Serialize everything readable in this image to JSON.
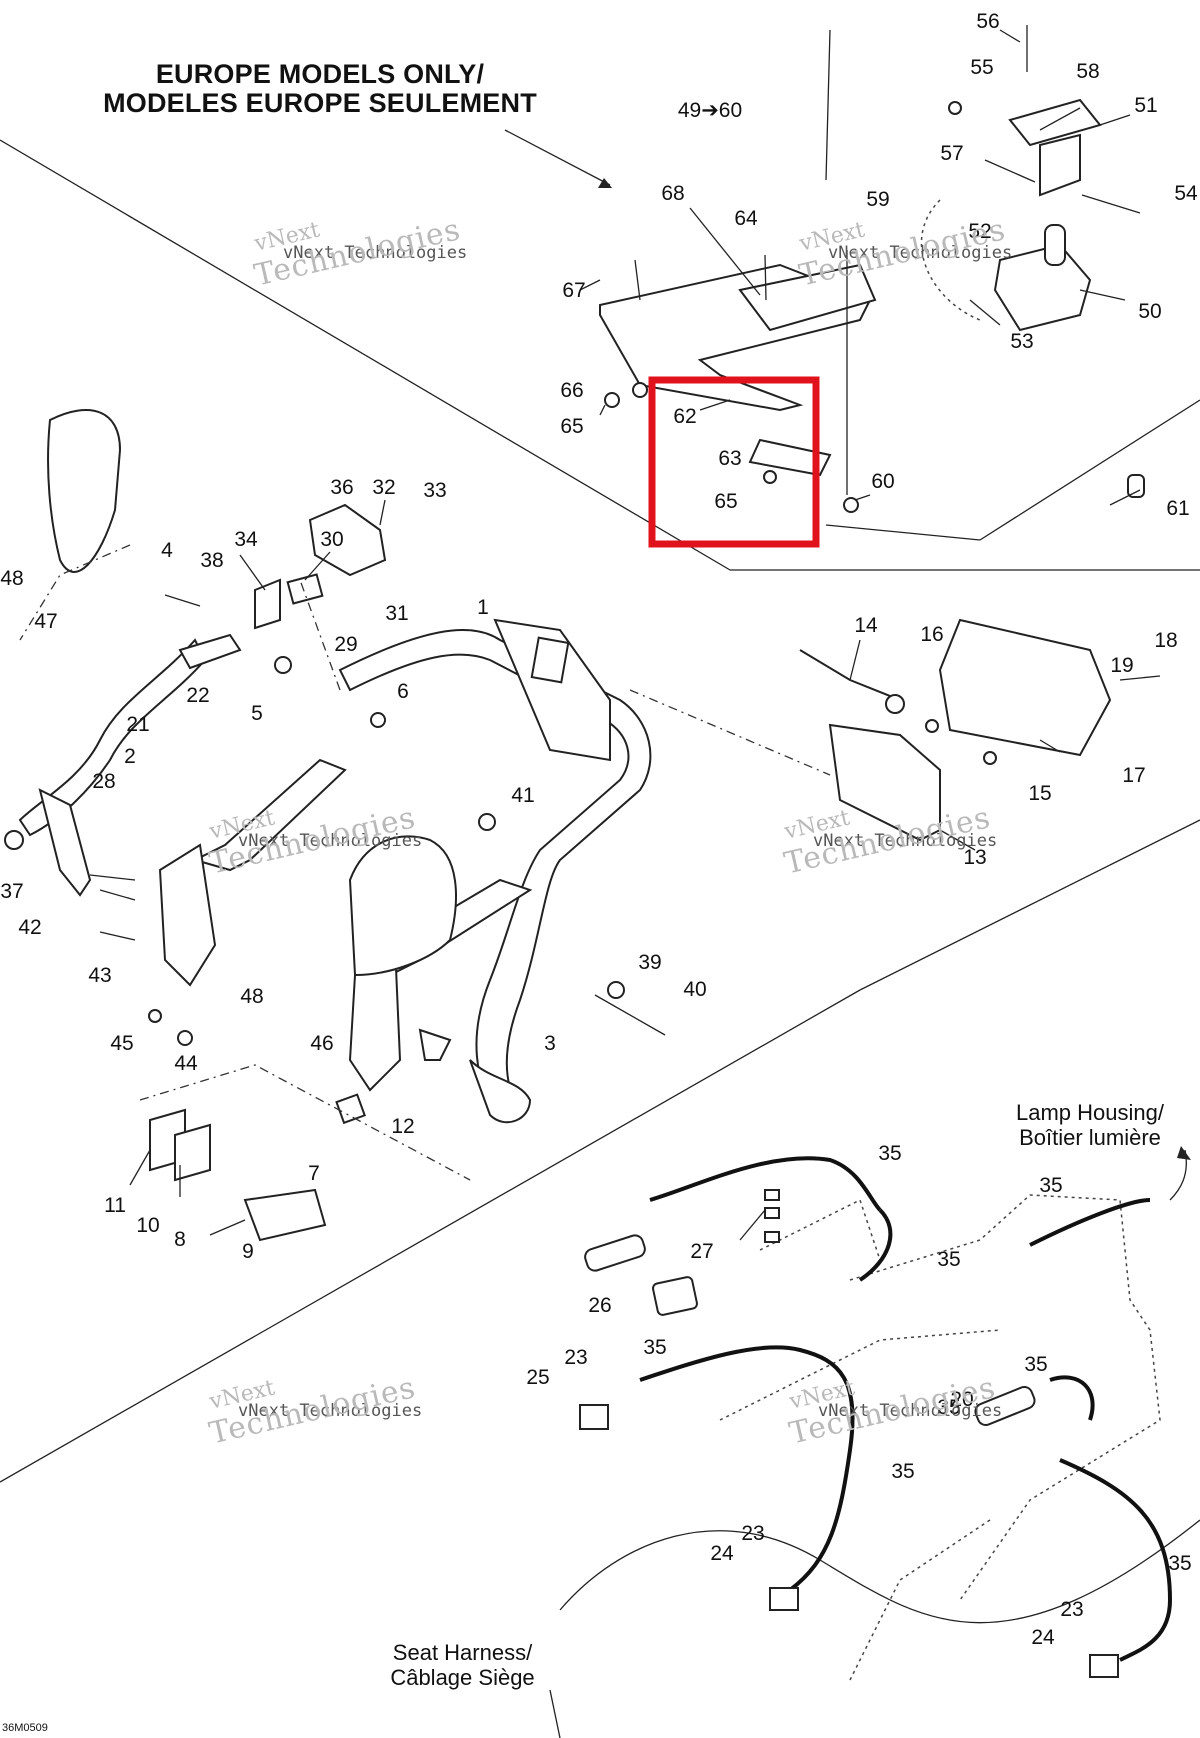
{
  "header": {
    "title_line1": "EUROPE MODELS ONLY/",
    "title_line2": "MODELES EUROPE SEULEMENT"
  },
  "notes": {
    "lamp_housing_line1": "Lamp Housing/",
    "lamp_housing_line2": "Boîtier lumière",
    "seat_harness_line1": "Seat Harness/",
    "seat_harness_line2": "Câblage Siège",
    "range_label": "49➔60",
    "drawing_code": "36M0509"
  },
  "watermark": {
    "line1": "vNext",
    "line2": "vNext Technologies",
    "line3": "Technologies"
  },
  "highlight": {
    "color": "#e0121b",
    "parts": [
      "62",
      "63",
      "65"
    ]
  },
  "callouts": [
    "56",
    "55",
    "58",
    "51",
    "49➔60",
    "57",
    "54",
    "52",
    "50",
    "53",
    "61",
    "68",
    "64",
    "59",
    "67",
    "66",
    "65",
    "62",
    "63",
    "65",
    "60",
    "36",
    "32",
    "33",
    "34",
    "30",
    "38",
    "4",
    "31",
    "48",
    "47",
    "1",
    "29",
    "22",
    "6",
    "5",
    "21",
    "2",
    "28",
    "37",
    "14",
    "16",
    "19",
    "18",
    "17",
    "15",
    "13",
    "41",
    "42",
    "43",
    "48",
    "39",
    "40",
    "46",
    "3",
    "45",
    "44",
    "12",
    "11",
    "10",
    "8",
    "7",
    "9",
    "35",
    "35",
    "35",
    "27",
    "35",
    "26",
    "23",
    "25",
    "35",
    "35",
    "20",
    "35",
    "23",
    "24",
    "35",
    "23",
    "24"
  ]
}
